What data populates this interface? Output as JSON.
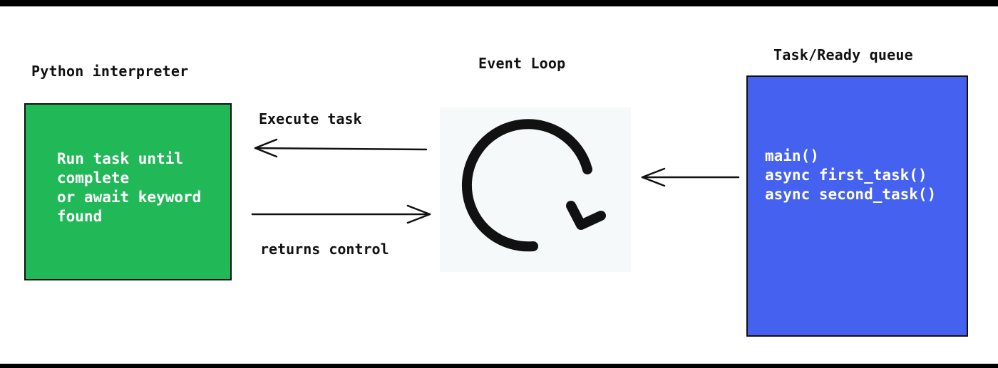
{
  "interpreter": {
    "title": "Python interpreter",
    "lines": [
      "Run task until",
      "complete",
      "or await keyword",
      "found"
    ]
  },
  "event_loop": {
    "title": "Event Loop"
  },
  "queue": {
    "title": "Task/Ready queue",
    "lines": [
      "main()",
      "async first_task()",
      "async second_task()"
    ]
  },
  "edges": {
    "execute_label": "Execute task",
    "returns_label": "returns control"
  },
  "colors": {
    "interpreter_fill": "#21b957",
    "queue_fill": "#4461ef",
    "loop_panel_fill": "#f5f9f9",
    "stroke": "#111111"
  }
}
